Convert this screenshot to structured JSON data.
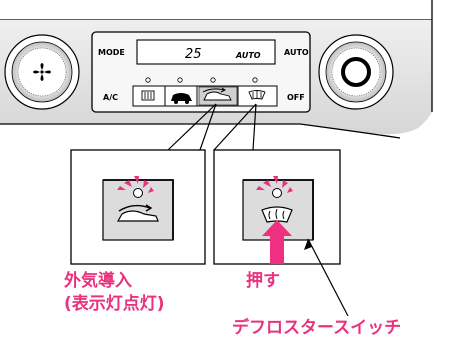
{
  "panel": {
    "display_temp": "25",
    "display_mode": "AUTO",
    "btn_mode": "MODE",
    "btn_ac": "A/C",
    "btn_auto": "AUTO",
    "btn_off": "OFF"
  },
  "callouts": {
    "outside_air_line1": "外気導入",
    "outside_air_line2": "(表示灯点灯)",
    "press": "押す",
    "defroster_switch": "デフロスタースイッチ"
  },
  "colors": {
    "indicator_pink": "#e8337e",
    "arrow_pink": "#ef2f7f",
    "panel_gray": "#dcdcdc"
  }
}
